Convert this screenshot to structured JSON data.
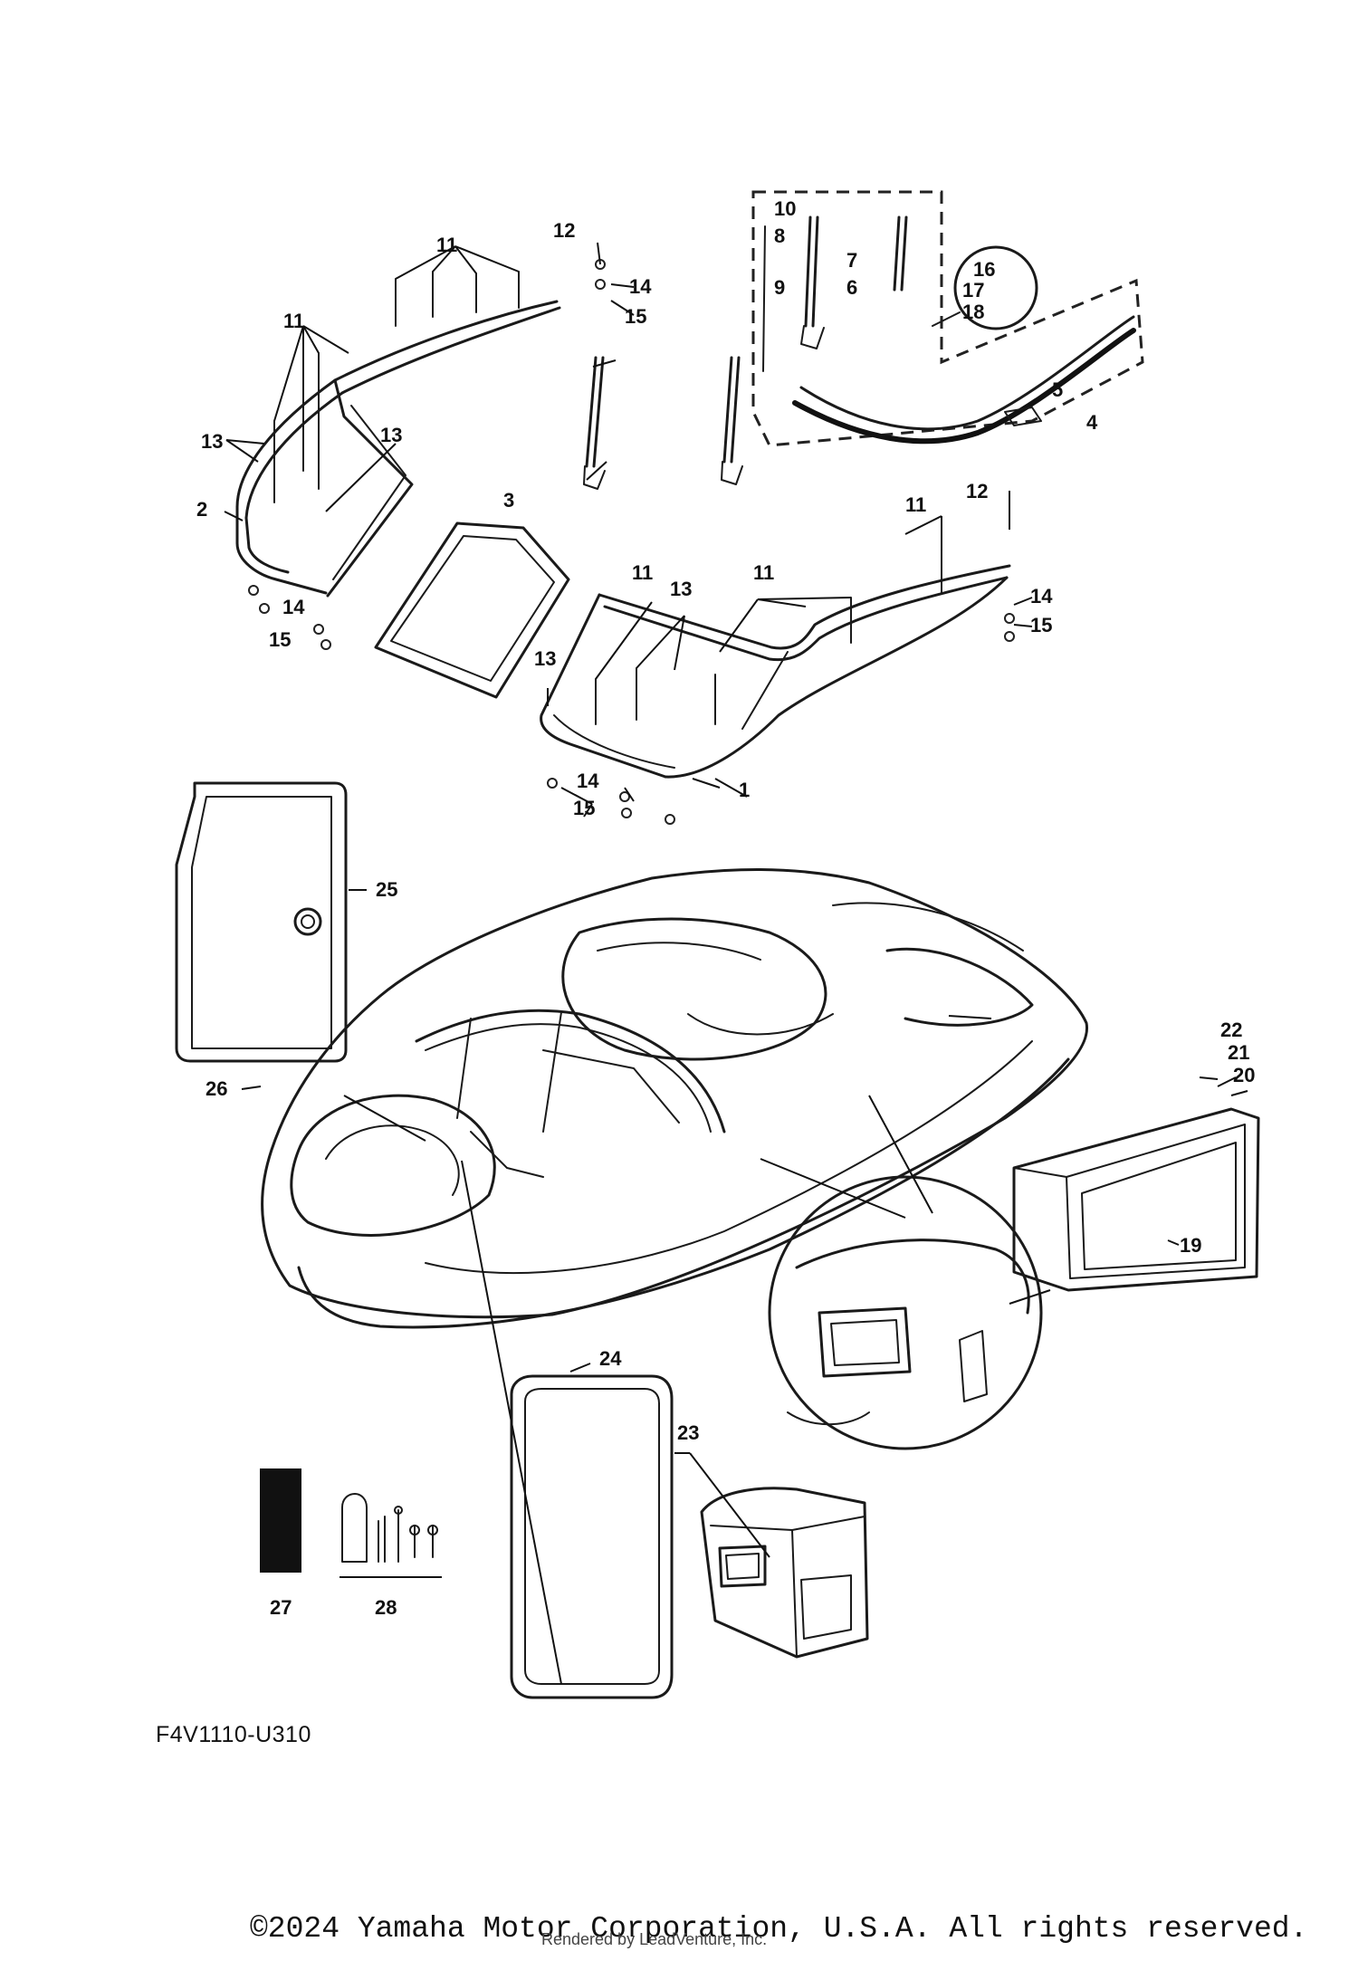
{
  "diagram_code": "F4V1110-U310",
  "copyright": "©2024 Yamaha Motor Corporation, U.S.A. All rights reserved.",
  "rendered_by": "Rendered by LeadVenture, Inc.",
  "callouts": {
    "n1": "1",
    "n2": "2",
    "n3": "3",
    "n4": "4",
    "n5": "5",
    "n6": "6",
    "n7": "7",
    "n8": "8",
    "n9": "9",
    "n10": "10",
    "n11": "11",
    "n12": "12",
    "n13": "13",
    "n14": "14",
    "n15": "15",
    "n16": "16",
    "n17": "17",
    "n18": "18",
    "n19": "19",
    "n20": "20",
    "n21": "21",
    "n22": "22",
    "n23": "23",
    "n24": "24",
    "n25": "25",
    "n26": "26",
    "n27": "27",
    "n28": "28"
  }
}
